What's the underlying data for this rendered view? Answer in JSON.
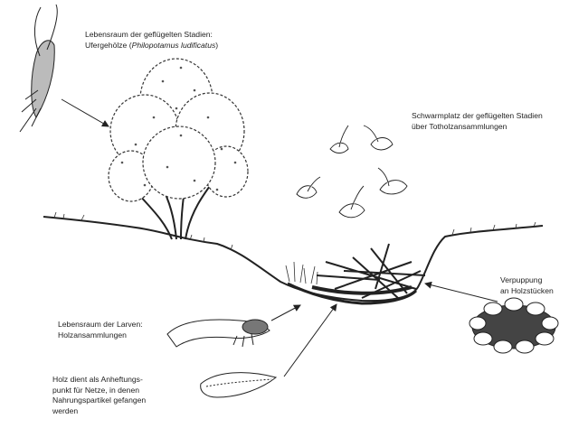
{
  "labels": {
    "adult_habitat": {
      "line1": "Lebensraum der geflügelten Stadien:",
      "line2_prefix": "Ufergehölze (",
      "line2_species": "Philopotamus ludificatus",
      "line2_suffix": ")"
    },
    "swarming_site": {
      "line1": "Schwarmplatz der geflügelten Stadien",
      "line2": "über Totholzansammlungen"
    },
    "pupation": {
      "line1": "Verpuppung",
      "line2": "an Holzstücken"
    },
    "larval_habitat": {
      "line1": "Lebensraum der Larven:",
      "line2": "Holzansammlungen"
    },
    "net_attachment": {
      "line1": "Holz dient als Anheftungs-",
      "line2": "punkt für Netze, in denen",
      "line3": "Nahrungspartikel gefangen",
      "line4": "werden"
    }
  },
  "colors": {
    "ink": "#222222",
    "background": "#ffffff"
  }
}
